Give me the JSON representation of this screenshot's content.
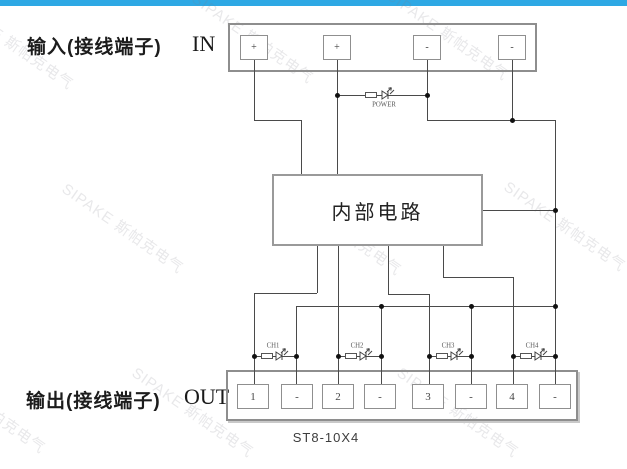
{
  "header": {
    "accent_color": "#2ea8e4"
  },
  "watermark": {
    "text": "SIPAKE 斯帕克电气"
  },
  "input_section": {
    "label": "输入(接线端子)",
    "tag": "IN",
    "terminals": [
      "+",
      "+",
      "-",
      "-"
    ]
  },
  "output_section": {
    "label": "输出(接线端子)",
    "tag": "OUT",
    "terminals": [
      "1",
      "-",
      "2",
      "-",
      "3",
      "-",
      "4",
      "-"
    ]
  },
  "internal_circuit": {
    "label": "内部电路"
  },
  "indicators": {
    "power_label": "POWER",
    "channel_labels": [
      "CH1",
      "CH2",
      "CH3",
      "CH4"
    ]
  },
  "model_label": "ST8-10X4"
}
